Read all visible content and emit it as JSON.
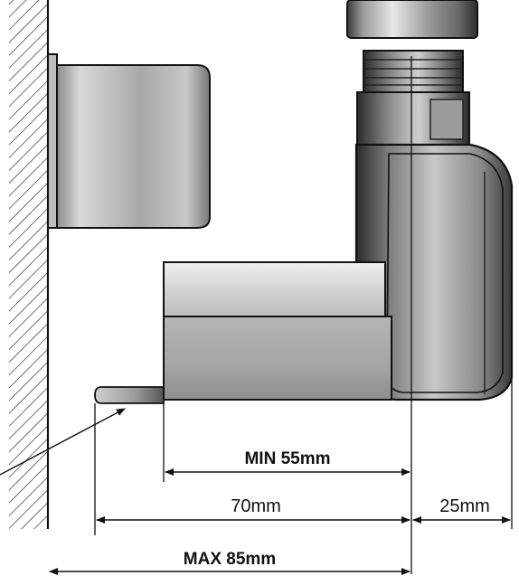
{
  "dimensions": {
    "min_label": "MIN 55mm",
    "label_70": "70mm",
    "label_25": "25mm",
    "max_label": "MAX 85mm"
  },
  "colors": {
    "metal_light": "#e6e6e6",
    "metal_mid": "#a9a9a9",
    "metal_dark": "#4a4a4a",
    "outline": "#111111",
    "background": "#ffffff"
  }
}
